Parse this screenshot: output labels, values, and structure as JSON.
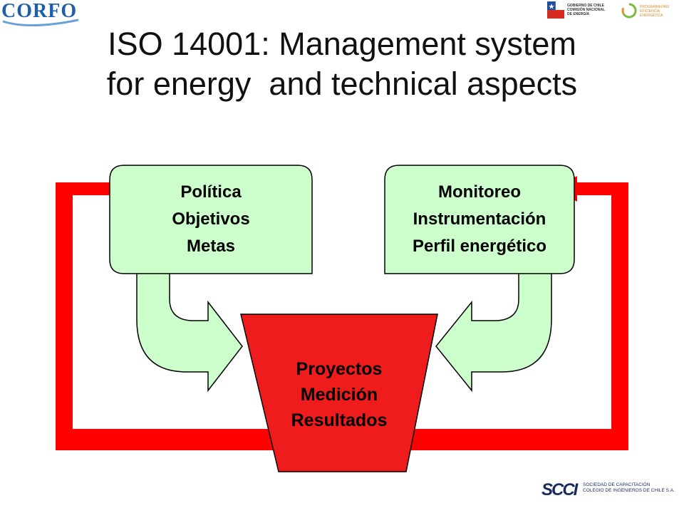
{
  "header": {
    "corfo_logo": "CORFO",
    "gobierno_logo": [
      "GOBIERNO DE CHILE",
      "COMISIÓN NACIONAL",
      "DE ENERGÍA"
    ],
    "eficiencia_logo": [
      "PROGRAMA PAÍS",
      "EFICIENCIA",
      "ENERGÉTICA"
    ]
  },
  "title": {
    "line1": "ISO 14001: Management system",
    "line2": "for energy  and technical aspects"
  },
  "boxes": {
    "left": [
      "Política",
      "Objetivos",
      "Metas"
    ],
    "right": [
      "Monitoreo",
      "Instrumentación",
      "Perfil energético"
    ],
    "center": [
      "Proyectos",
      "Medición",
      "Resultados"
    ]
  },
  "colors": {
    "box_fill": "#ccffcc",
    "loop_red": "#ff0000",
    "center_fill": "#ee1c1c",
    "title_text": "#111111"
  },
  "footer": {
    "scci_mark": "SCCI",
    "scci_text": [
      "SOCIEDAD DE CAPACITACIÓN",
      "COLEGIO DE INGENIEROS DE CHILE S.A."
    ]
  }
}
